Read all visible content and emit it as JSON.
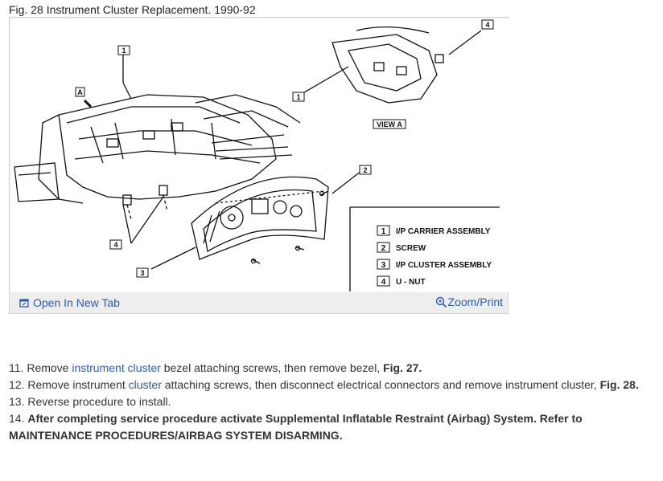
{
  "figure": {
    "title": "Fig. 28 Instrument Cluster Replacement. 1990-92",
    "open_tab_label": "Open In New Tab",
    "zoom_label": "Zoom/Print",
    "callouts": {
      "c1a": "1",
      "c1b": "1",
      "c2": "2",
      "c3": "3",
      "c4a": "4",
      "c4b": "4",
      "cA": "A"
    },
    "view_label": "VIEW A",
    "legend": [
      {
        "num": "1",
        "text": "I/P CARRIER ASSEMBLY"
      },
      {
        "num": "2",
        "text": "SCREW"
      },
      {
        "num": "3",
        "text": "I/P CLUSTER ASSEMBLY"
      },
      {
        "num": "4",
        "text": "U - NUT"
      }
    ]
  },
  "steps": {
    "s11": {
      "num": "11.",
      "pre": "Remove",
      "link": "instrument cluster",
      "post": "bezel attaching screws, then remove bezel,",
      "fig": "Fig. 27."
    },
    "s12": {
      "num": "12.",
      "pre": "Remove instrument",
      "link": "cluster",
      "post": "attaching screws, then disconnect electrical connectors and remove instrument cluster,",
      "fig": "Fig. 28."
    },
    "s13": {
      "num": "13.",
      "text": "Reverse procedure to install."
    },
    "s14": {
      "num": "14.",
      "text": "After completing service procedure activate Supplemental Inflatable Restraint (Airbag) System. Refer to MAINTENANCE PROCEDURES/AIRBAG SYSTEM DISARMING."
    }
  }
}
